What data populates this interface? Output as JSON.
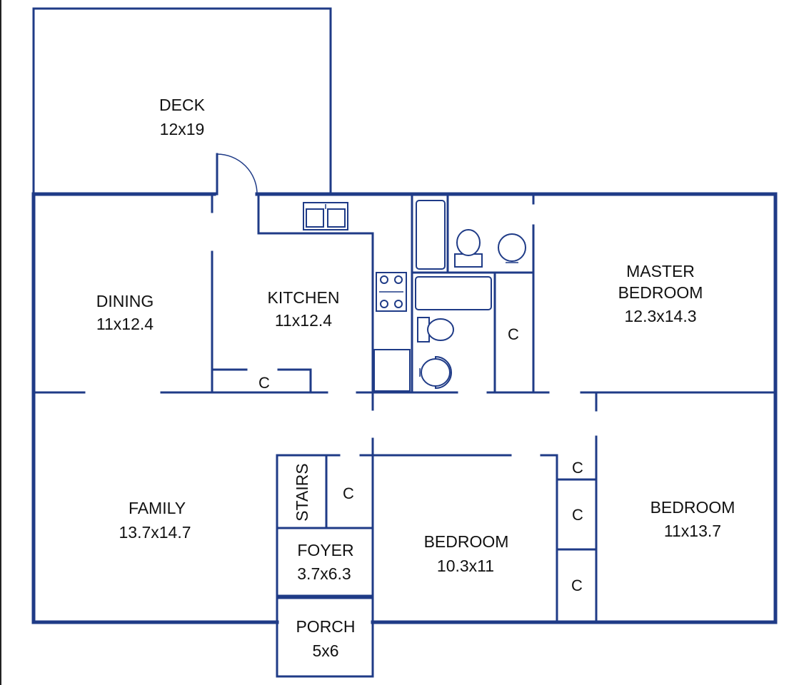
{
  "rooms": {
    "deck": {
      "name": "DECK",
      "size": "12x19"
    },
    "dining": {
      "name": "DINING",
      "size": "11x12.4"
    },
    "kitchen": {
      "name": "KITCHEN",
      "size": "11x12.4"
    },
    "master": {
      "name_line1": "MASTER",
      "name_line2": "BEDROOM",
      "size": "12.3x14.3"
    },
    "family": {
      "name": "FAMILY",
      "size": "13.7x14.7"
    },
    "foyer": {
      "name": "FOYER",
      "size": "3.7x6.3"
    },
    "bedroom_center": {
      "name": "BEDROOM",
      "size": "10.3x11"
    },
    "bedroom_right": {
      "name": "BEDROOM",
      "size": "11x13.7"
    },
    "porch": {
      "name": "PORCH",
      "size": "5x6"
    },
    "stairs": {
      "name": "STAIRS"
    }
  },
  "closet_label": "C",
  "colors": {
    "wall": "#1f3b87",
    "text": "#111111",
    "background": "#ffffff"
  }
}
